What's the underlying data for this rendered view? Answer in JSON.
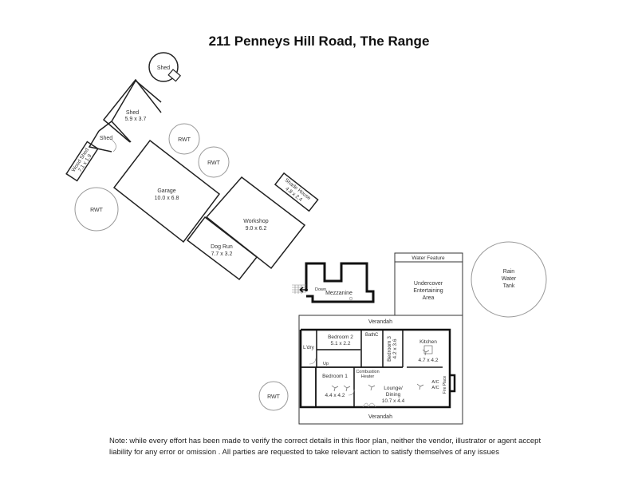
{
  "title": "211 Penneys Hill Road, The Range",
  "rooms": {
    "shed_round": {
      "label": "Shed"
    },
    "shed_main": {
      "label": "Shed",
      "size": "5.9 x 3.7"
    },
    "shed_small": {
      "label": "Shed"
    },
    "wood_shed": {
      "label": "Wood Shed",
      "size": "7.1 x 1.9"
    },
    "garage": {
      "label": "Garage",
      "size": "10.0 x 6.8"
    },
    "workshop": {
      "label": "Workshop",
      "size": "9.0 x 6.2"
    },
    "dog_run": {
      "label": "Dog Run",
      "size": "7.7 x 3.2"
    },
    "shade_house": {
      "label": "Shade House",
      "size": "4.8 x 2.4"
    },
    "mezzanine": {
      "label": "Mezzanine",
      "stair": "Down"
    },
    "water_feature": {
      "label": "Water Feature"
    },
    "undercover": {
      "line1": "Undercover",
      "line2": "Entertaining",
      "line3": "Area"
    },
    "verandah_top": {
      "label": "Verandah"
    },
    "verandah_bottom": {
      "label": "Verandah"
    },
    "bedroom2": {
      "label": "Bedroom 2",
      "size": "5.1 x 2.2"
    },
    "bath": {
      "label": "Bath",
      "extra": "C"
    },
    "bedroom3": {
      "label": "Bedroom 3",
      "size": "4.2 x 3.6"
    },
    "kitchen": {
      "label": "Kitchen",
      "size": "4.7 x 4.2"
    },
    "laundry": {
      "label": "L'dry"
    },
    "up": {
      "label": "Up"
    },
    "bedroom1": {
      "label": "Bedroom 1",
      "size": "4.4 x 4.2"
    },
    "heater": {
      "line1": "Combustion",
      "line2": "Heater"
    },
    "lounge": {
      "line1": "Lounge/",
      "line2": "Dining",
      "size": "10.7 x 4.4"
    },
    "ac1": {
      "label": "A/C"
    },
    "ac2": {
      "label": "A/C"
    },
    "fireplace": {
      "label": "Fire Place"
    }
  },
  "tanks": [
    {
      "label": "RWT"
    },
    {
      "label": "RWT"
    },
    {
      "label": "RWT"
    },
    {
      "label": "RWT"
    }
  ],
  "rain_tank": {
    "line1": "Rain",
    "line2": "Water",
    "line3": "Tank"
  },
  "note": "Note: while every effort has been made to verify the correct details in this floor plan, neither the vendor, illustrator or agent accept liability for any error or omission . All  parties are requested to take relevant action to satisfy themselves of any issues"
}
